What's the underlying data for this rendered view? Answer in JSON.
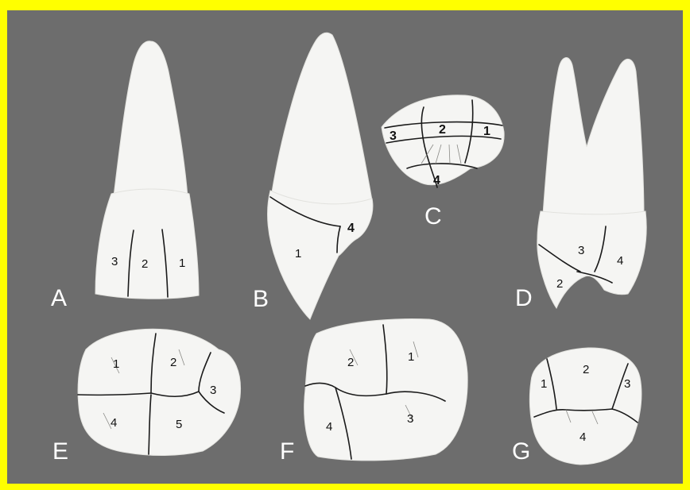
{
  "colors": {
    "frame": "#ffff00",
    "background": "#6d6d6d",
    "tooth": "#f5f5f3",
    "groove": "#1a1a1a",
    "letters": "#ffffff"
  },
  "panels": {
    "A": {
      "letter": "A",
      "labels": [
        "3",
        "2",
        "1"
      ]
    },
    "B": {
      "letter": "B",
      "labels": [
        "1",
        "4"
      ]
    },
    "C": {
      "letter": "C",
      "labels": [
        "3",
        "2",
        "1",
        "4"
      ]
    },
    "D": {
      "letter": "D",
      "labels": [
        "3",
        "4",
        "2"
      ]
    },
    "E": {
      "letter": "E",
      "labels": [
        "1",
        "2",
        "3",
        "4",
        "5"
      ]
    },
    "F": {
      "letter": "F",
      "labels": [
        "2",
        "1",
        "4",
        "3"
      ]
    },
    "G": {
      "letter": "G",
      "labels": [
        "2",
        "1",
        "3",
        "4"
      ]
    }
  }
}
